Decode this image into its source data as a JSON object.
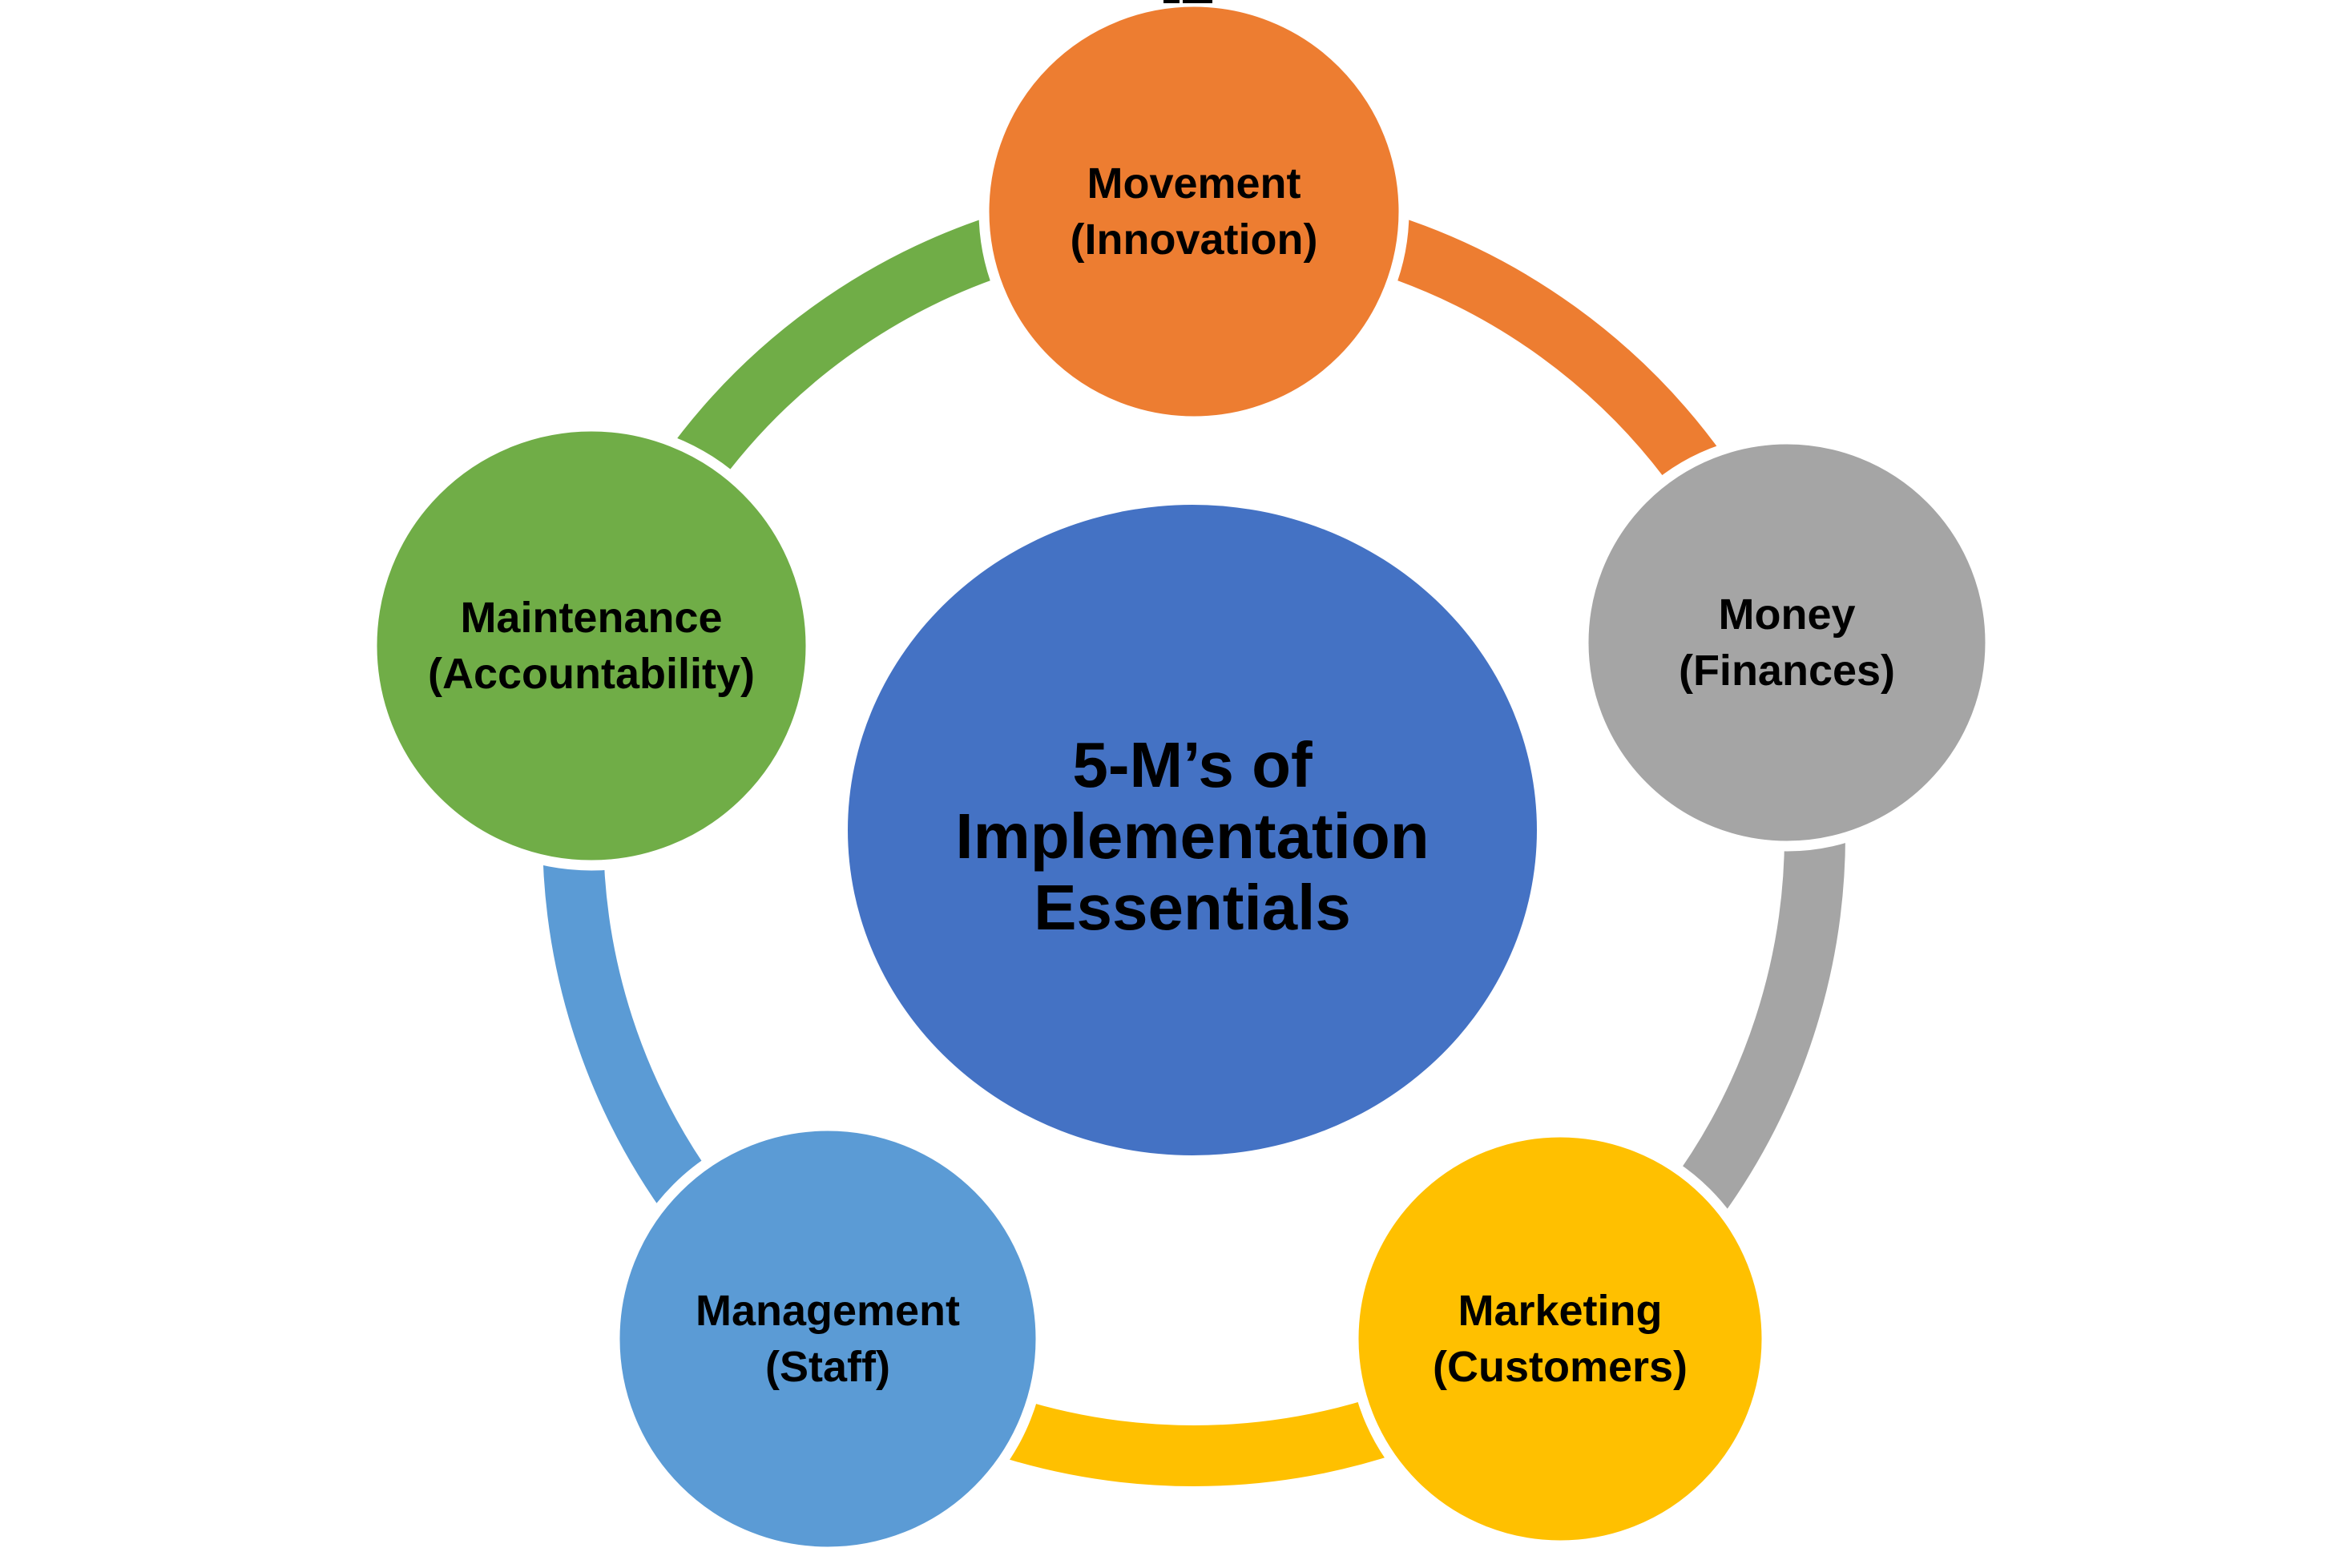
{
  "diagram": {
    "background": "#FFFFFF",
    "text_color": "#000000",
    "center_node": {
      "lines": [
        "5-M’s of",
        "Implementation",
        "Essentials"
      ],
      "color": "#4472C4"
    },
    "nodes": [
      {
        "name": "Movement",
        "detail": "(Innovation)",
        "color": "#ED7D31",
        "position": "top"
      },
      {
        "name": "Money",
        "detail": "(Finances)",
        "color": "#A5A5A5",
        "position": "right"
      },
      {
        "name": "Marketing",
        "detail": "(Customers)",
        "color": "#FFC000",
        "position": "bottom-right"
      },
      {
        "name": "Management",
        "detail": "(Staff)",
        "color": "#5B9BD5",
        "position": "bottom-left"
      },
      {
        "name": "Maintenance",
        "detail": "(Accountability)",
        "color": "#70AD47",
        "position": "left"
      }
    ],
    "connectors": [
      {
        "from": "Movement",
        "to": "Money",
        "color": "#ED7D31"
      },
      {
        "from": "Money",
        "to": "Marketing",
        "color": "#A5A5A5"
      },
      {
        "from": "Marketing",
        "to": "Management",
        "color": "#FFC000"
      },
      {
        "from": "Management",
        "to": "Maintenance",
        "color": "#5B9BD5"
      },
      {
        "from": "Maintenance",
        "to": "Movement",
        "color": "#70AD47"
      }
    ]
  }
}
